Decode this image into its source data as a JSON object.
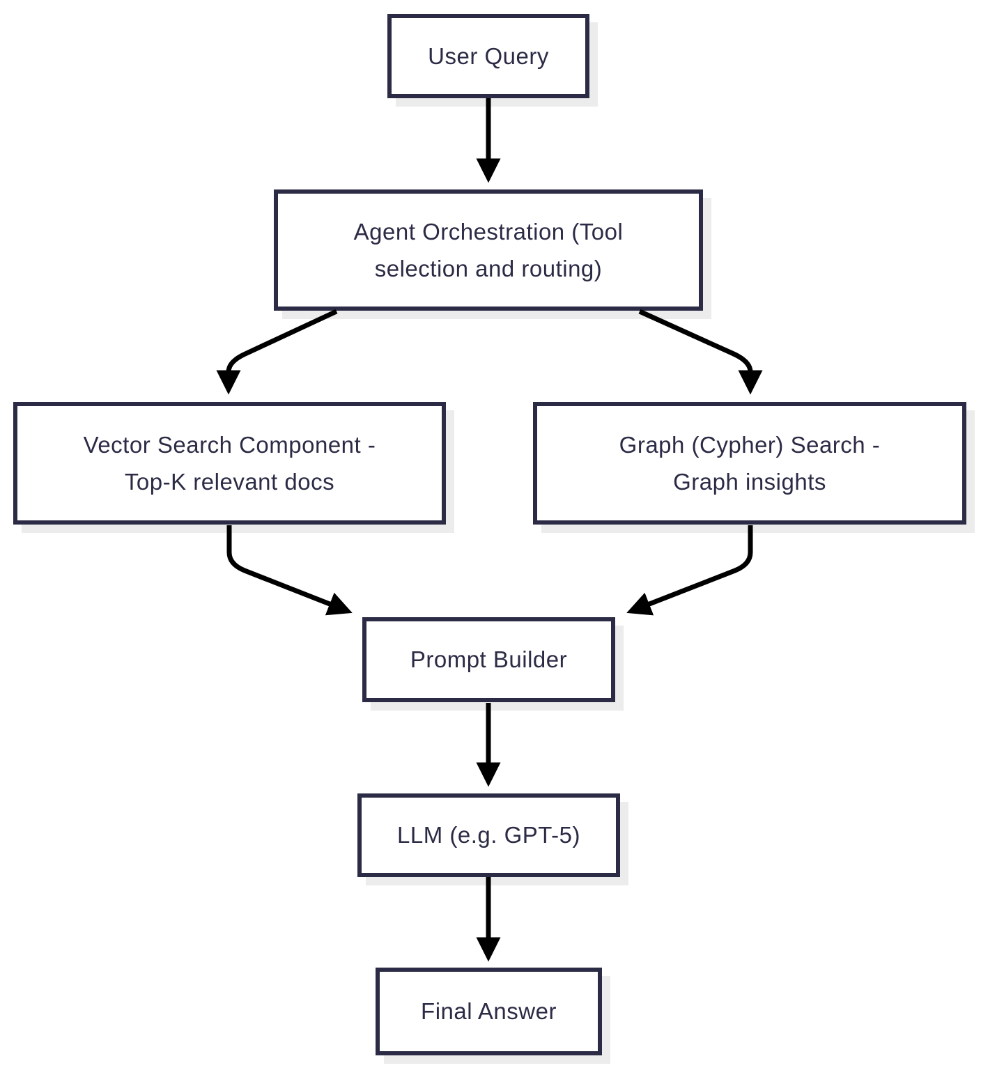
{
  "diagram": {
    "type": "flowchart",
    "nodes": [
      {
        "id": "user-query",
        "label": "User Query"
      },
      {
        "id": "agent-orchestration",
        "label": "Agent Orchestration (Tool selection and routing)"
      },
      {
        "id": "vector-search",
        "label": "Vector Search Component - Top-K relevant docs"
      },
      {
        "id": "graph-search",
        "label": "Graph (Cypher) Search - Graph insights"
      },
      {
        "id": "prompt-builder",
        "label": "Prompt Builder"
      },
      {
        "id": "llm",
        "label": "LLM (e.g. GPT-5)"
      },
      {
        "id": "final-answer",
        "label": "Final Answer"
      }
    ],
    "edges": [
      {
        "from": "user-query",
        "to": "agent-orchestration"
      },
      {
        "from": "agent-orchestration",
        "to": "vector-search"
      },
      {
        "from": "agent-orchestration",
        "to": "graph-search"
      },
      {
        "from": "vector-search",
        "to": "prompt-builder"
      },
      {
        "from": "graph-search",
        "to": "prompt-builder"
      },
      {
        "from": "prompt-builder",
        "to": "llm"
      },
      {
        "from": "llm",
        "to": "final-answer"
      }
    ],
    "colors": {
      "background": "#ffffff",
      "node_fill": "#ffffff",
      "node_border": "#2b2b45",
      "node_text": "#2b2b45",
      "node_shadow": "#ececec",
      "arrow": "#000000"
    }
  }
}
